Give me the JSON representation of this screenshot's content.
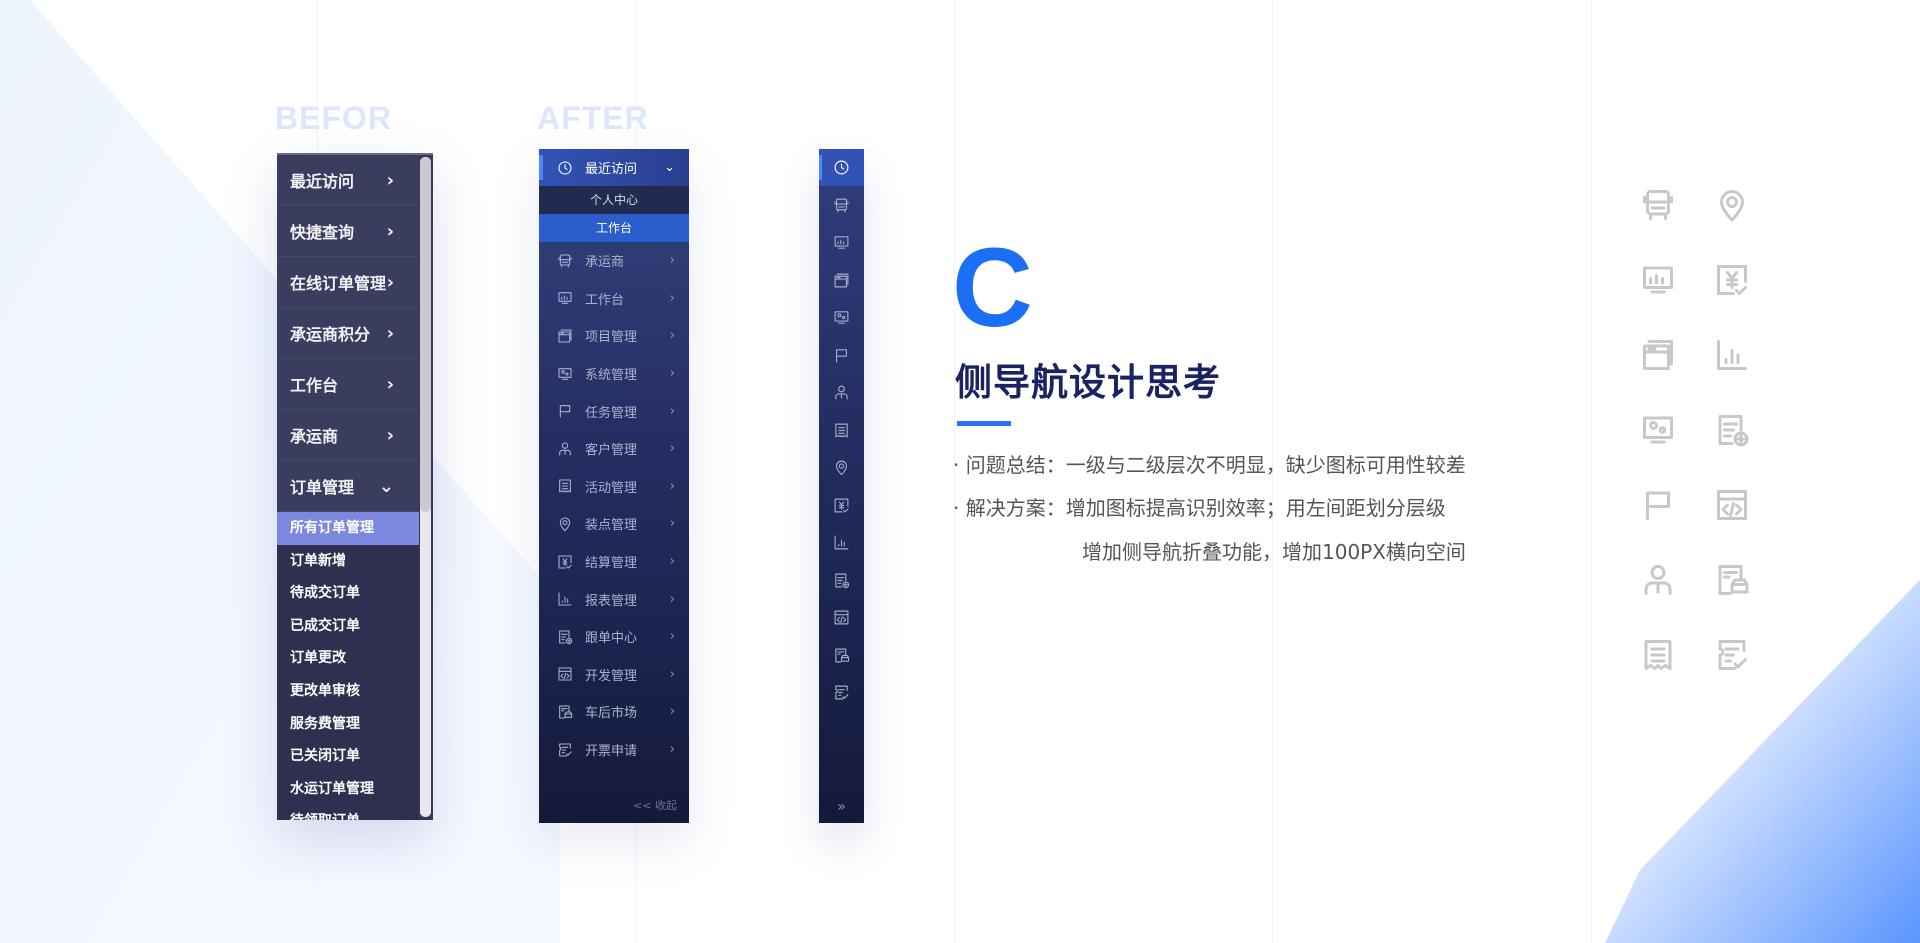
{
  "labels": {
    "before": "BEFOR",
    "after": "AFTER"
  },
  "before": {
    "items": [
      {
        "label": "最近访问",
        "chevron": "›"
      },
      {
        "label": "快捷查询",
        "chevron": "›"
      },
      {
        "label": "在线订单管理",
        "chevron": "›"
      },
      {
        "label": "承运商积分",
        "chevron": "›"
      },
      {
        "label": "工作台",
        "chevron": "›"
      },
      {
        "label": "承运商",
        "chevron": "›"
      },
      {
        "label": "订单管理",
        "chevron": "⌄"
      }
    ],
    "sub_items": [
      "所有订单管理",
      "订单新增",
      "待成交订单",
      "已成交订单",
      "订单更改",
      "更改单审核",
      "服务费管理",
      "已关闭订单",
      "水运订单管理",
      "待领取订单"
    ],
    "active_sub": "所有订单管理"
  },
  "after": {
    "head": {
      "label": "最近访问",
      "icon": "clock-icon"
    },
    "sub_items": [
      "个人中心",
      "工作台"
    ],
    "active_sub": "工作台",
    "items": [
      {
        "label": "承运商",
        "icon": "bus-icon"
      },
      {
        "label": "工作台",
        "icon": "monitor-chart-icon"
      },
      {
        "label": "项目管理",
        "icon": "window-icon"
      },
      {
        "label": "系统管理",
        "icon": "monitor-gear-icon"
      },
      {
        "label": "任务管理",
        "icon": "flag-icon"
      },
      {
        "label": "客户管理",
        "icon": "user-icon"
      },
      {
        "label": "活动管理",
        "icon": "receipt-icon"
      },
      {
        "label": "装点管理",
        "icon": "location-icon"
      },
      {
        "label": "结算管理",
        "icon": "yen-icon"
      },
      {
        "label": "报表管理",
        "icon": "bar-chart-icon"
      },
      {
        "label": "跟单中心",
        "icon": "doc-plus-icon"
      },
      {
        "label": "开发管理",
        "icon": "code-icon"
      },
      {
        "label": "车后市场",
        "icon": "car-doc-icon"
      },
      {
        "label": "开票申请",
        "icon": "ticket-check-icon"
      }
    ],
    "collapse": "<< 收起",
    "expand": "»"
  },
  "section": {
    "letter": "C",
    "title": "侧导航设计思考",
    "bullets": [
      "· 问题总结：一级与二级层次不明显，缺少图标可用性较差",
      "· 解决方案：增加图标提高识别效率；用左间距划分层级",
      "增加侧导航折叠功能，增加100PX横向空间"
    ]
  },
  "icon_grid": [
    "bus-icon",
    "location-icon",
    "monitor-chart-icon",
    "yen-icon",
    "window-icon",
    "bar-chart-icon",
    "monitor-gear-icon",
    "doc-plus-icon",
    "flag-icon",
    "code-icon",
    "user-icon",
    "car-doc-icon",
    "receipt-icon",
    "ticket-check-icon"
  ],
  "colors": {
    "accent": "#1b6ff5",
    "title": "#1b2463",
    "nav_active": "#2b5dcc",
    "before_active": "#7b88de"
  }
}
